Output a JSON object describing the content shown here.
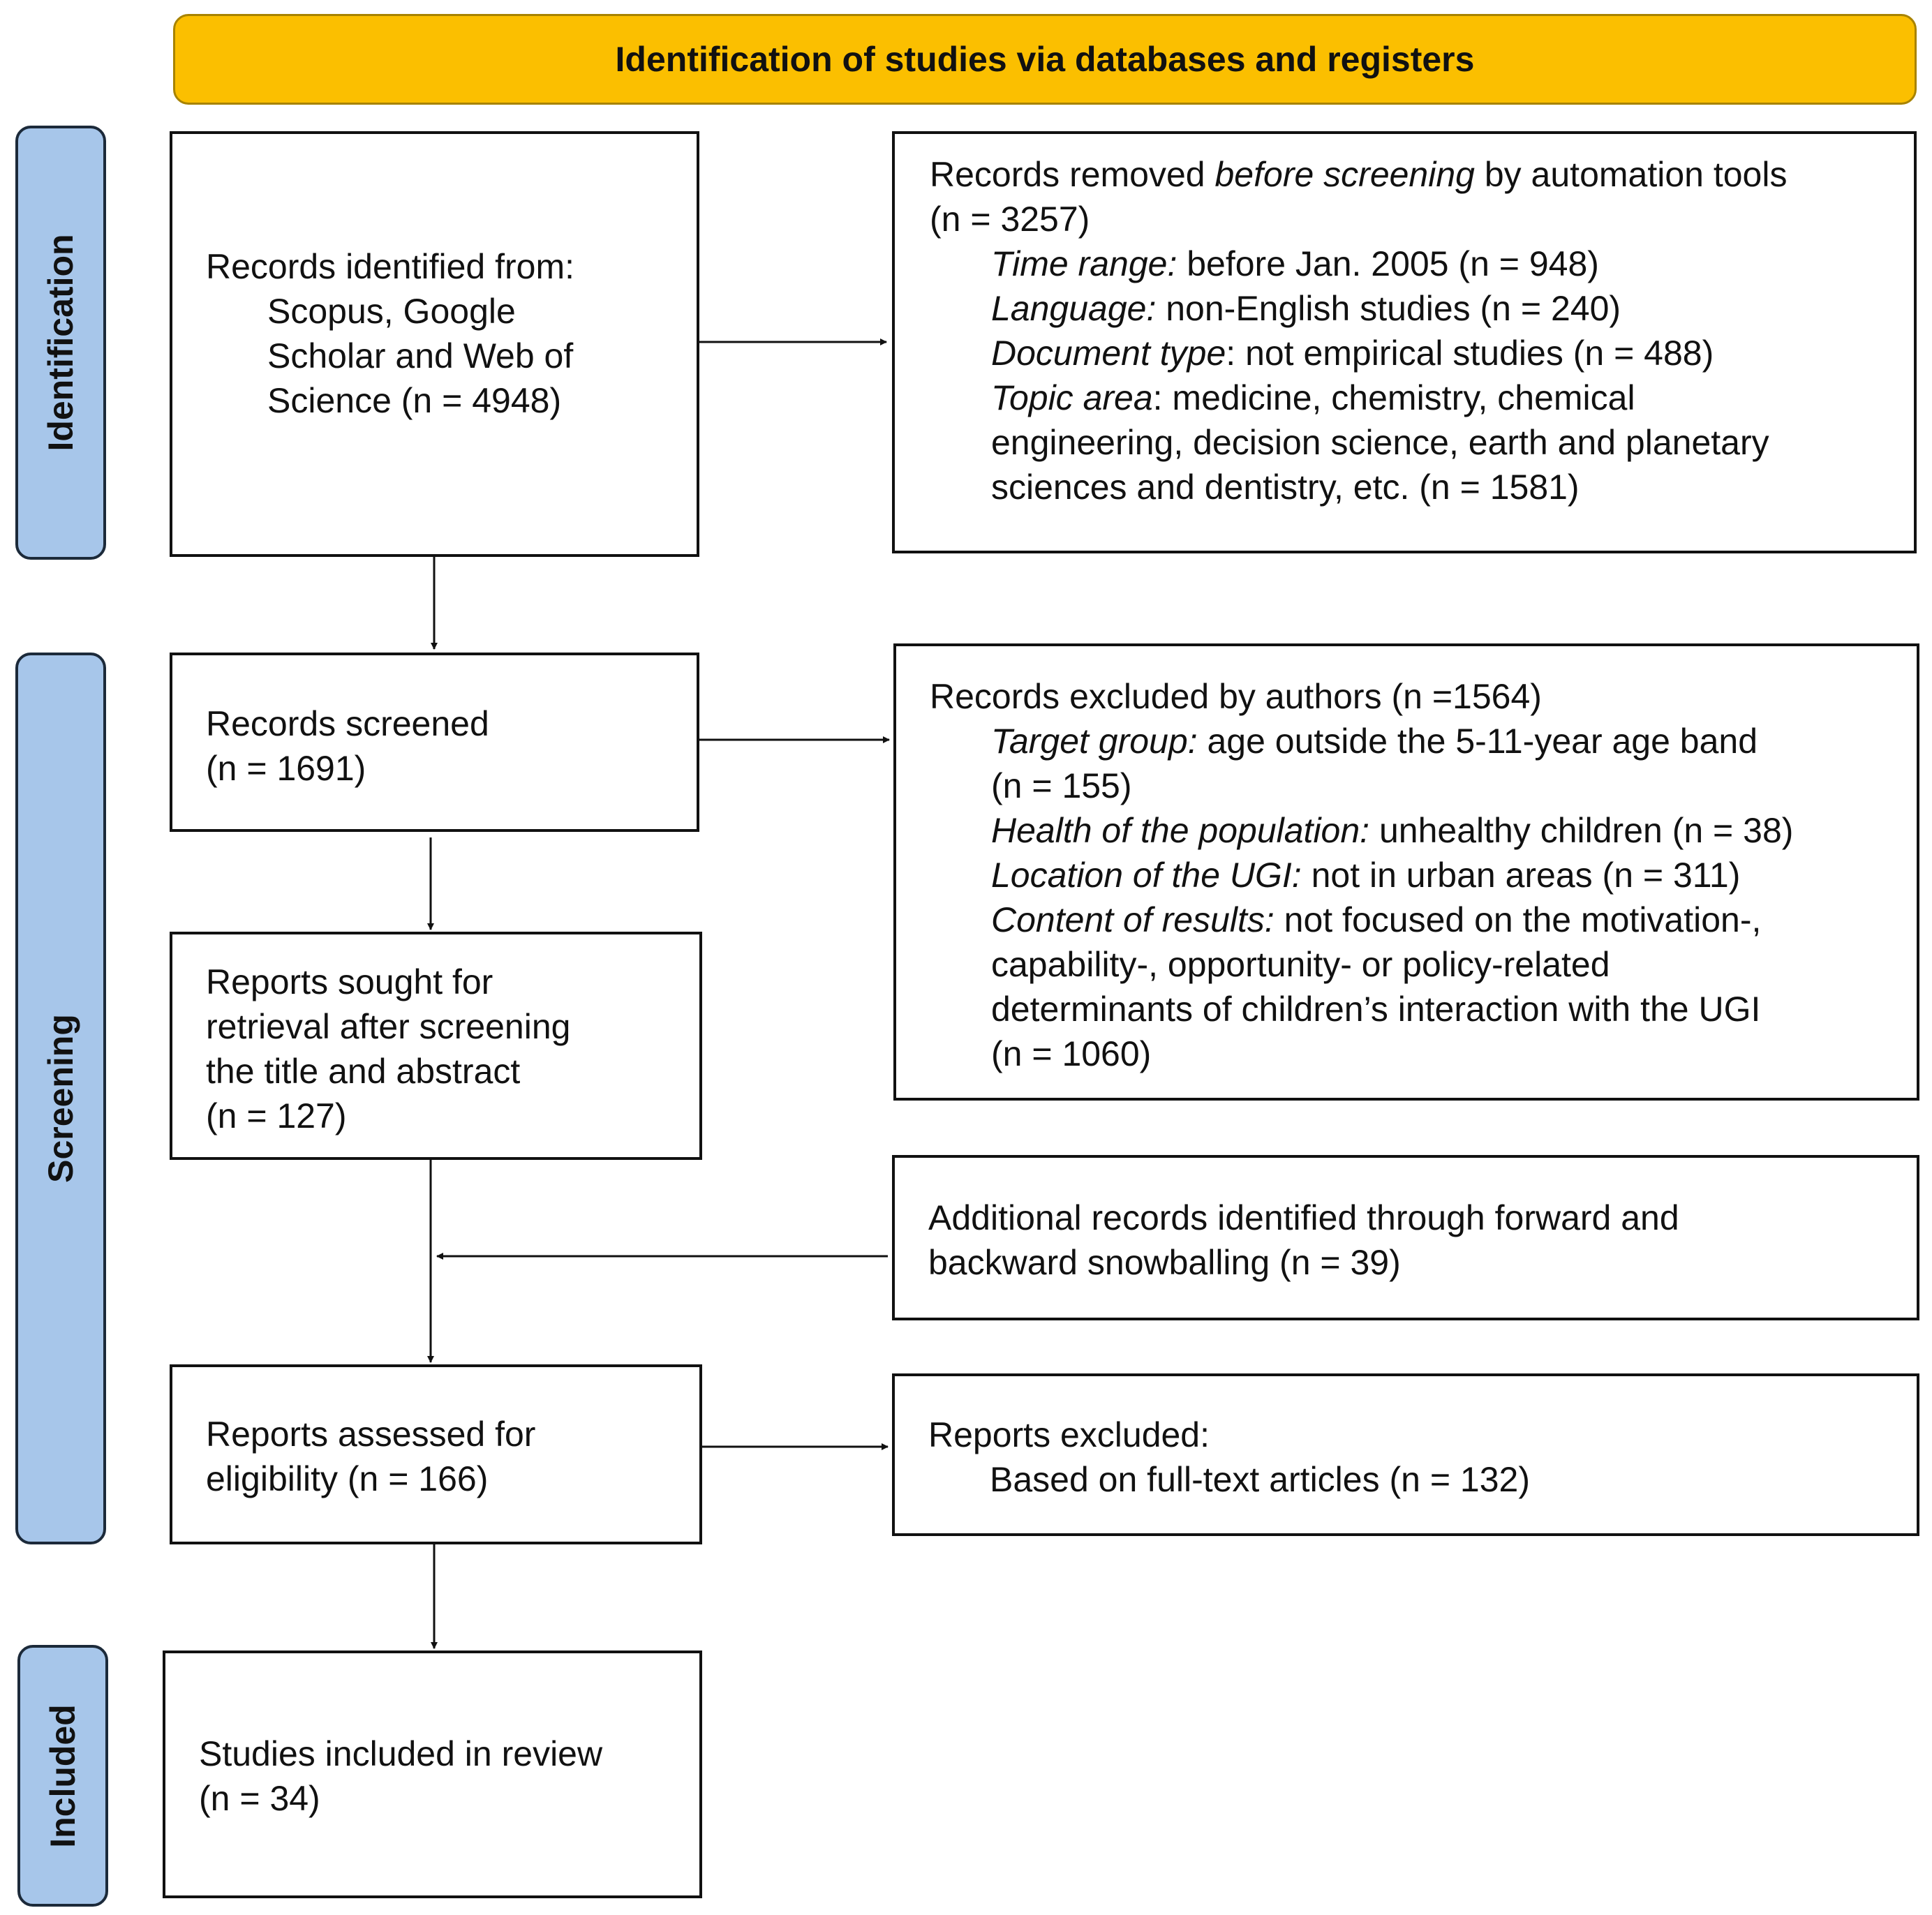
{
  "header": {
    "title": "Identification of studies via databases and registers"
  },
  "phases": {
    "identification": "Identification",
    "screening": "Screening",
    "included": "Included"
  },
  "boxes": {
    "identified": {
      "line1": "Records identified from:",
      "line2": "Scopus, Google",
      "line3": "Scholar and Web of",
      "line4": "Science (n = 4948)"
    },
    "removed": {
      "line1_pre": "Records removed ",
      "line1_em": "before screening",
      "line1_post": " by automation tools",
      "line2": "(n = 3257)",
      "time_label": "Time range:",
      "time_text": " before Jan. 2005 (n = 948)",
      "lang_label": "Language:",
      "lang_text": " non-English studies (n = 240)",
      "doc_label": "Document type",
      "doc_text": ":  not empirical studies (n = 488)",
      "topic_label": "Topic area",
      "topic_text1": ": medicine, chemistry, chemical",
      "topic_text2": "engineering, decision science, earth and planetary",
      "topic_text3": "sciences and dentistry, etc. (n = 1581)"
    },
    "screened": {
      "line1": "Records screened",
      "line2": "(n = 1691)"
    },
    "excluded_authors": {
      "line1": "Records excluded by authors (n =1564)",
      "target_label": "Target group:",
      "target_text": " age outside the 5-11-year age band",
      "target_n": "(n = 155)",
      "health_label": "Health of the population:",
      "health_text": " unhealthy children (n = 38)",
      "loc_label": "Location of the UGI:",
      "loc_text": "  not in urban areas (n = 311)",
      "content_label": "Content of results:",
      "content_text1": " not focused on the motivation-,",
      "content_text2": "capability-, opportunity- or policy-related",
      "content_text3": "determinants of children’s interaction with the UGI",
      "content_n": "(n = 1060)"
    },
    "sought": {
      "line1": "Reports sought for",
      "line2": "retrieval after screening",
      "line3": "the title and abstract",
      "line4": "(n = 127)"
    },
    "additional": {
      "line1": "Additional records identified through forward and",
      "line2": "backward snowballing (n = 39)"
    },
    "assessed": {
      "line1": "Reports assessed for",
      "line2": "eligibility (n = 166)"
    },
    "reports_excluded": {
      "line1": "Reports excluded:",
      "line2": "Based on full-text articles (n = 132)"
    },
    "included": {
      "line1": "Studies included in review",
      "line2": "(n = 34)"
    }
  }
}
